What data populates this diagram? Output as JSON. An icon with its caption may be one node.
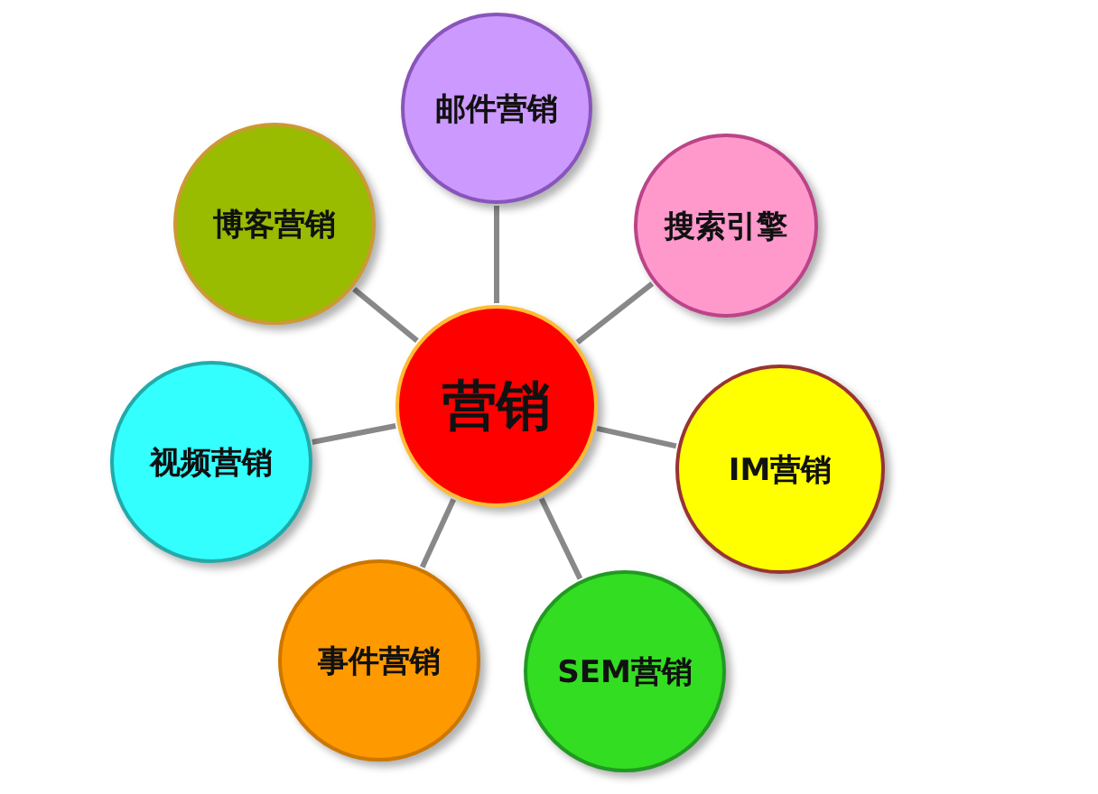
{
  "diagram": {
    "nodes": [
      {
        "text": [
          "营销"
        ]
      },
      {
        "text": [
          "邮件营销"
        ]
      },
      {
        "text": [
          "搜索引擎"
        ]
      },
      {
        "text": [
          "IM营销"
        ]
      },
      {
        "text": [
          "SEM营销"
        ]
      },
      {
        "text": [
          "事件营销"
        ]
      },
      {
        "text": [
          "视频营销"
        ]
      },
      {
        "text": [
          "博客营销"
        ]
      }
    ],
    "edges": [
      {
        "from": 0,
        "to": 1,
        "arrow": "none"
      },
      {
        "from": 0,
        "to": 2,
        "arrow": "none"
      },
      {
        "from": 0,
        "to": 3,
        "arrow": "none"
      },
      {
        "from": 0,
        "to": 4,
        "arrow": "none"
      },
      {
        "from": 0,
        "to": 5,
        "arrow": "none"
      },
      {
        "from": 0,
        "to": 6,
        "arrow": "none"
      },
      {
        "from": 0,
        "to": 7,
        "arrow": "none"
      }
    ]
  }
}
